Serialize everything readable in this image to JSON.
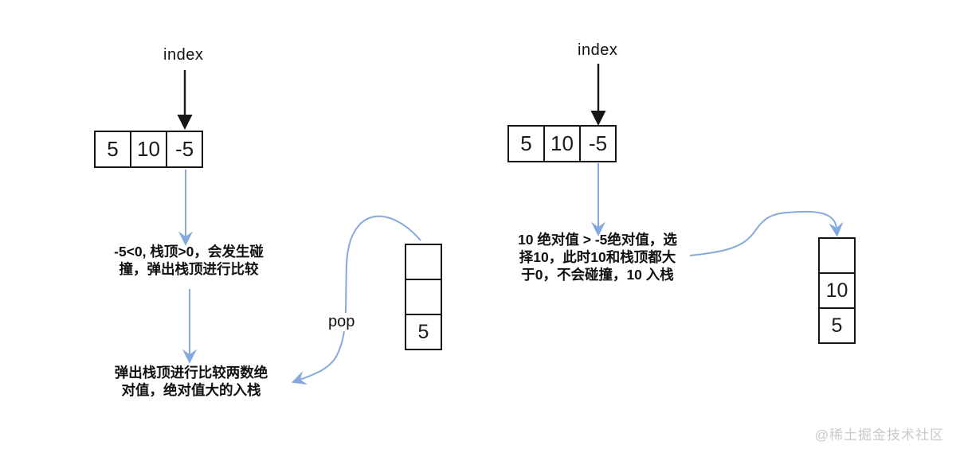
{
  "diagram_title": "stack collision walkthrough",
  "colors": {
    "arrow_blue": "#85a9de",
    "line_black": "#1a1a1a",
    "watermark_gray": "#c9c9c9"
  },
  "left_panel": {
    "index_label": "index",
    "array_cells": [
      "5",
      "10",
      "-5"
    ],
    "note1_lines": [
      "-5<0, 栈顶>0，会发生碰",
      "撞，弹出栈顶进行比较"
    ],
    "note2_lines": [
      "弹出栈顶进行比较两数绝",
      "对值，绝对值大的入栈"
    ],
    "pop_label": "pop",
    "stack_cells": [
      "",
      "",
      "5"
    ]
  },
  "right_panel": {
    "index_label": "index",
    "array_cells": [
      "5",
      "10",
      "-5"
    ],
    "note_lines": [
      "10 绝对值 > -5绝对值，选",
      "择10，此时10和栈顶都大",
      "于0，不会碰撞，10 入栈"
    ],
    "stack_cells": [
      "",
      "10",
      "5"
    ]
  },
  "watermark": "@稀土掘金技术社区"
}
